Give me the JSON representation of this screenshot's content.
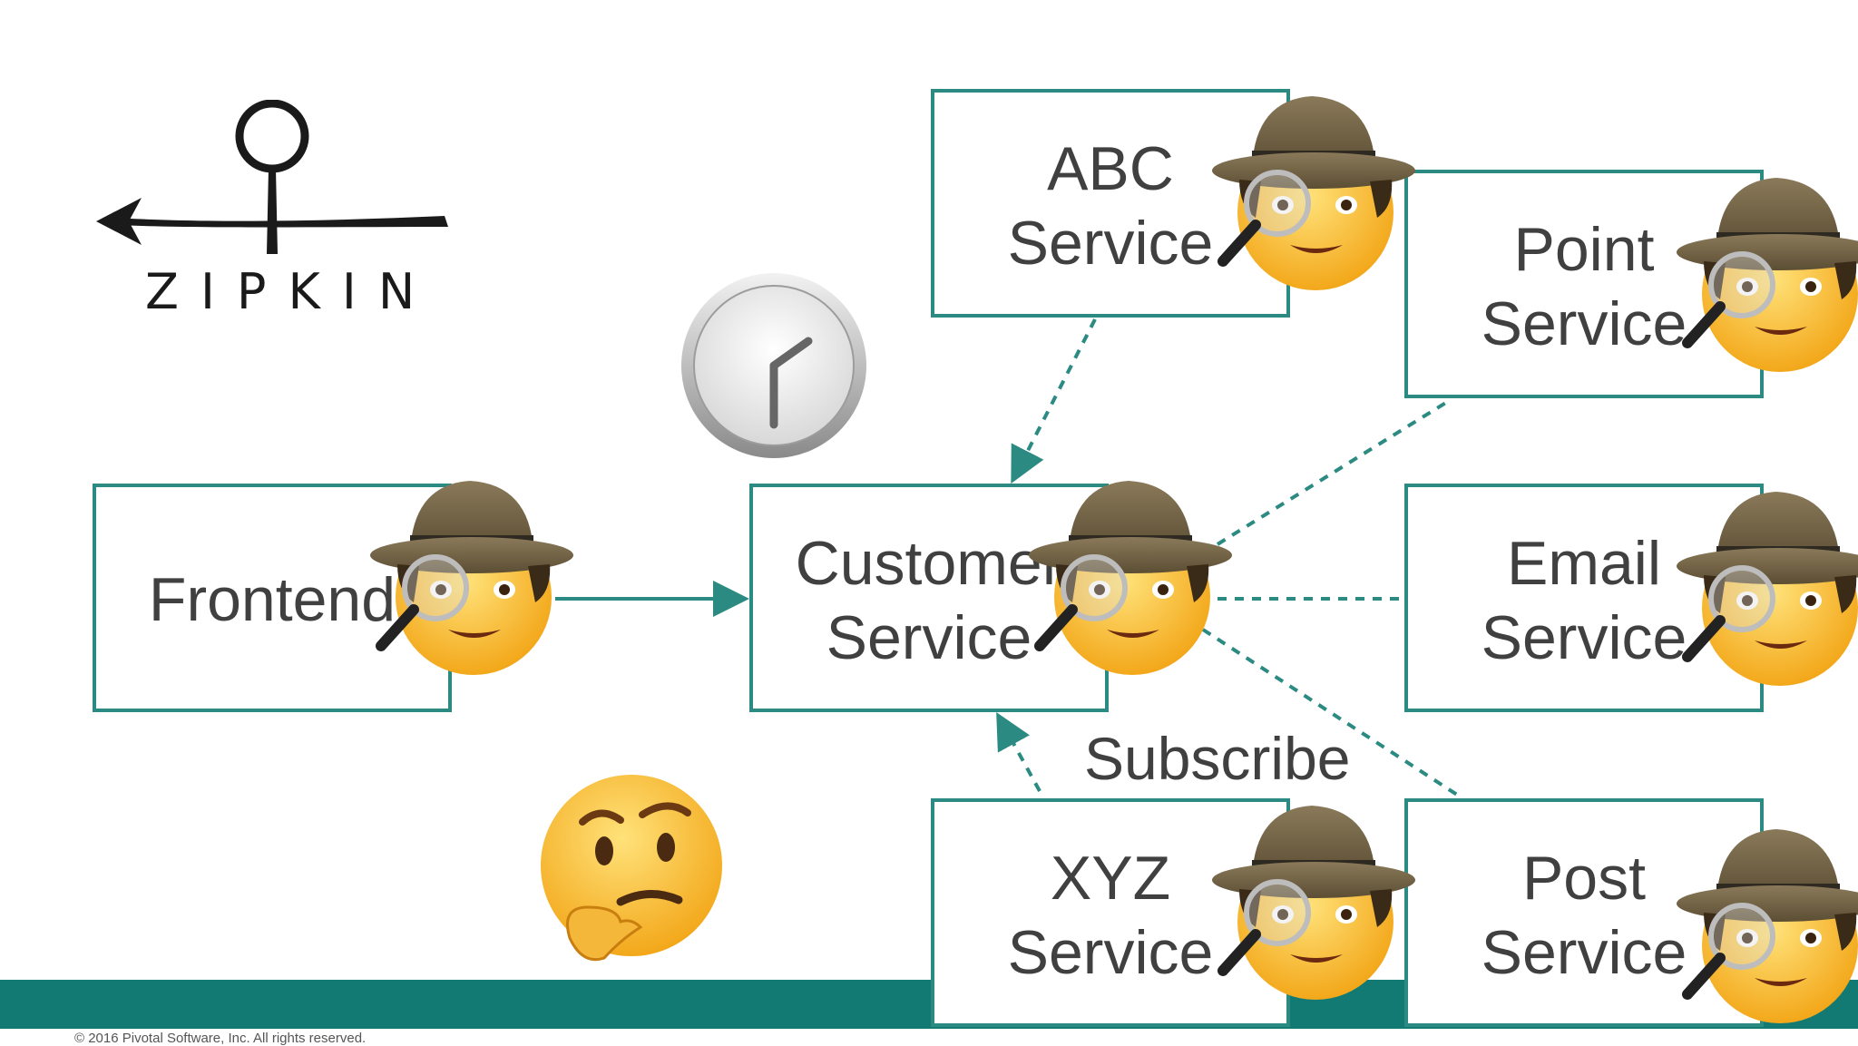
{
  "logo": {
    "wordmark": "ZIPKIN",
    "icon": "zipkin-logo-icon"
  },
  "services": {
    "frontend": [
      "Frontend"
    ],
    "customer": [
      "Customer",
      "Service"
    ],
    "abc": [
      "ABC",
      "Service"
    ],
    "point": [
      "Point",
      "Service"
    ],
    "email": [
      "Email",
      "Service"
    ],
    "xyz": [
      "XYZ",
      "Service"
    ],
    "post": [
      "Post",
      "Service"
    ]
  },
  "edge_label": "Subscribe",
  "icons": {
    "spy": "detective-emoji-icon",
    "clock": "clock-icon",
    "thinking": "thinking-face-icon"
  },
  "colors": {
    "accent": "#2b8a82",
    "footer": "#127a73",
    "text": "#404040"
  },
  "footer": {
    "copyright": "© 2016 Pivotal Software, Inc.  All rights reserved."
  }
}
